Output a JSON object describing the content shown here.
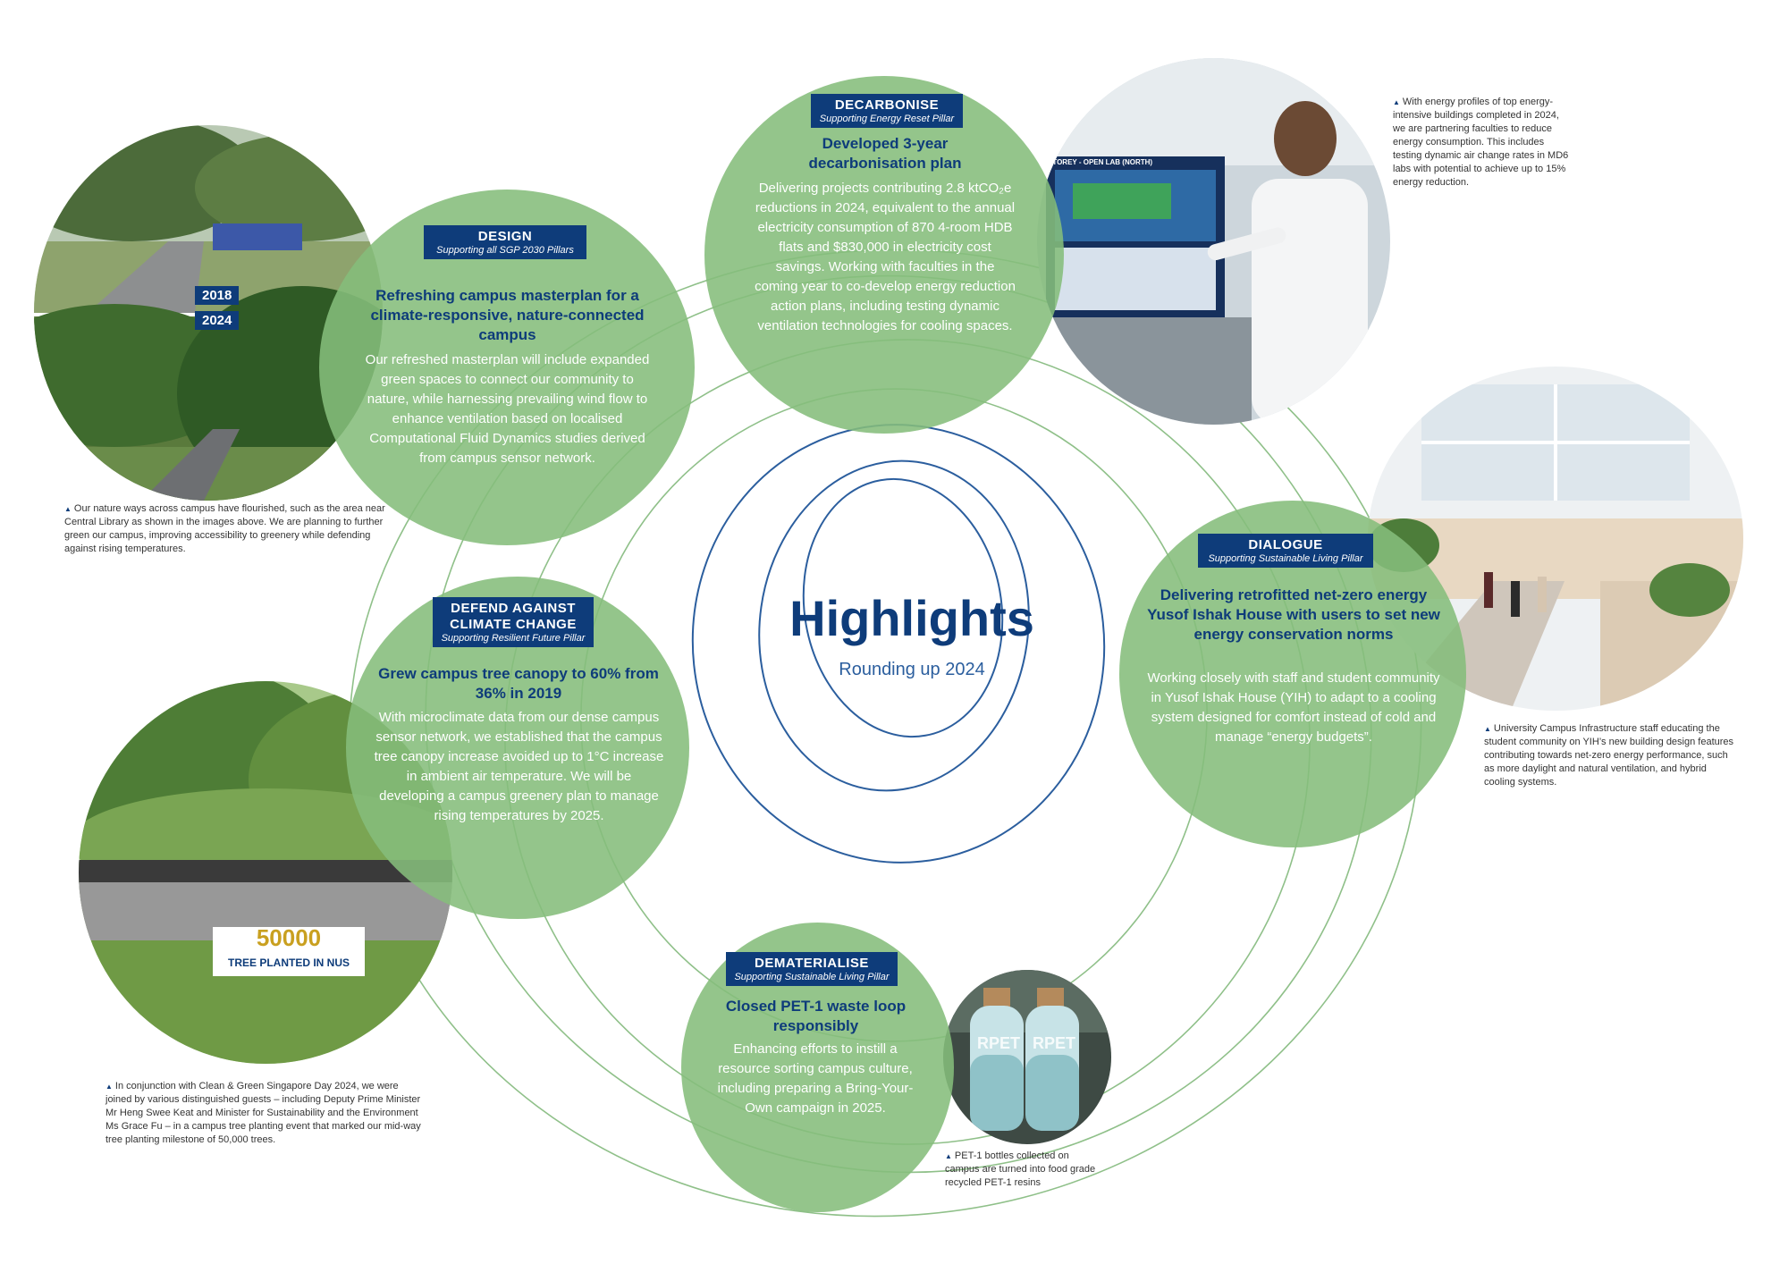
{
  "center": {
    "title": "Highlights",
    "subtitle": "Rounding up 2024"
  },
  "design": {
    "tag": "DESIGN",
    "pillar": "Supporting all SGP 2030 Pillars",
    "title": "Refreshing campus masterplan for a climate-responsive, nature-connected campus",
    "body": "Our refreshed masterplan will include expanded green spaces to connect our community to nature, while harnessing prevailing wind flow to enhance ventilation based on localised Computational Fluid Dynamics studies derived from campus sensor network.",
    "year_top": "2018",
    "year_bottom": "2024",
    "caption": "Our nature ways across campus have flourished, such as the area near Central Library as shown in the images above. We are planning to further green our campus, improving accessibility to greenery while defending against rising temperatures."
  },
  "decarbonise": {
    "tag": "DECARBONISE",
    "pillar": "Supporting Energy Reset Pillar",
    "title": "Developed 3-year decarbonisation plan",
    "body": "Delivering projects contributing 2.8 ktCO₂e reductions in 2024, equivalent to the annual electricity consumption of 870 4-room HDB flats and $830,000 in electricity cost savings. Working with faculties in the coming year to co-develop energy reduction action plans, including testing dynamic ventilation technologies for cooling spaces.",
    "screen_label": "STOREY - OPEN LAB (NORTH)",
    "caption": "With energy profiles of top energy-intensive buildings completed in 2024, we are partnering faculties to reduce energy consumption. This includes testing dynamic air change rates in MD6 labs with potential to achieve up to 15% energy reduction."
  },
  "dialogue": {
    "tag": "DIALOGUE",
    "pillar": "Supporting Sustainable Living Pillar",
    "title": "Delivering retrofitted net-zero energy Yusof Ishak House with users to set new energy conservation norms",
    "body": "Working closely with staff and student community in Yusof Ishak House (YIH) to adapt to a cooling system designed for comfort instead of cold and manage “energy budgets”.",
    "caption": "University Campus Infrastructure staff educating the student community on YIH’s new building design features contributing towards net-zero energy performance, such as more daylight and natural ventilation, and hybrid cooling systems."
  },
  "defend": {
    "tag_line1": "DEFEND AGAINST",
    "tag_line2": "CLIMATE CHANGE",
    "pillar": "Supporting Resilient Future Pillar",
    "title": "Grew campus tree canopy to 60% from 36% in 2019",
    "body": "With microclimate data from our dense campus sensor network, we established that the campus tree canopy increase avoided up to 1°C increase in ambient air temperature. We will be developing a campus greenery plan to manage rising temperatures by 2025.",
    "banner_number": "50000",
    "banner_text": "TREE PLANTED IN NUS",
    "caption": "In conjunction with Clean & Green Singapore Day 2024, we were joined by various distinguished guests – including Deputy Prime Minister Mr Heng Swee Keat and Minister for Sustainability and the Environment Ms Grace Fu – in a campus tree planting event that marked our mid-way tree planting milestone of 50,000 trees."
  },
  "dematerialise": {
    "tag": "DEMATERIALISE",
    "pillar": "Supporting Sustainable Living Pillar",
    "title": "Closed PET-1 waste loop responsibly",
    "body": "Enhancing efforts to instill a resource sorting campus culture, including preparing a Bring-Your-Own campaign in 2025.",
    "bottle_label": "RPET",
    "caption": "PET-1 bottles collected on campus are turned into food grade recycled PET-1 resins"
  },
  "colors": {
    "navy": "#0e3c7a",
    "green_bubble": "#85bd7b",
    "ring_green": "#8fc089",
    "ring_navy": "#2b5e9e"
  }
}
